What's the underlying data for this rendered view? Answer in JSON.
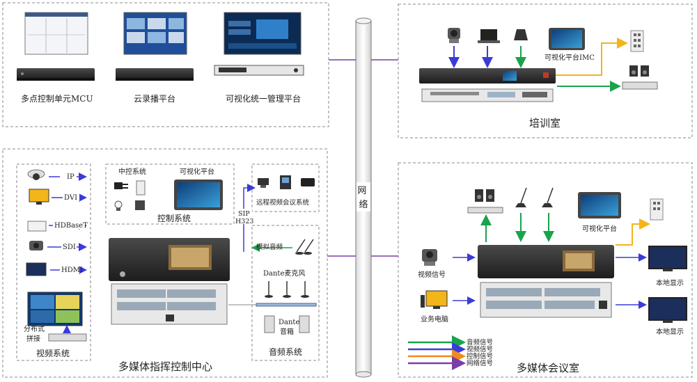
{
  "top_left": {
    "mcu_label": "多点控制单元MCU",
    "record_label": "云录播平台",
    "mgmt_label": "可视化统一管理平台"
  },
  "network_label": "网络",
  "training_room": {
    "title": "培训室",
    "imc_label": "可视化平台IMC"
  },
  "command_center": {
    "title": "多媒体指挥控制中心",
    "video_system": {
      "title": "视频系统",
      "inputs": [
        "IP",
        "DVI",
        "HDBaseT",
        "SDI",
        "HDMI"
      ],
      "splicer_label": "分布式拼接"
    },
    "control_system": {
      "title": "控制系统",
      "central_control": "中控系统",
      "visual_platform": "可视化平台"
    },
    "remote_conf": "远程视频会议系统",
    "sip_label": "SIP",
    "h323_label": "H323",
    "audio_system": {
      "title": "音频系统",
      "analog_audio": "模拟音频",
      "dante_mic": "Dante麦克风",
      "dante_speaker_1": "Dante",
      "dante_speaker_2": "音箱"
    }
  },
  "meeting_room": {
    "title": "多媒体会议室",
    "visual_platform": "可视化平台",
    "video_signal": "视频信号",
    "business_pc": "业务电脑",
    "local_display_1": "本地显示",
    "local_display_2": "本地显示"
  },
  "legend": [
    {
      "label": "音频信号",
      "color": "#1aa34a"
    },
    {
      "label": "视频信号",
      "color": "#3b3bd8"
    },
    {
      "label": "控制信号",
      "color": "#f08a1c"
    },
    {
      "label": "网络信号",
      "color": "#7a3fa6"
    }
  ],
  "colors": {
    "audio": "#1aa34a",
    "video": "#3b3bd8",
    "control": "#f08a1c",
    "network": "#7a3fa6",
    "yellow": "#f2b51a"
  }
}
